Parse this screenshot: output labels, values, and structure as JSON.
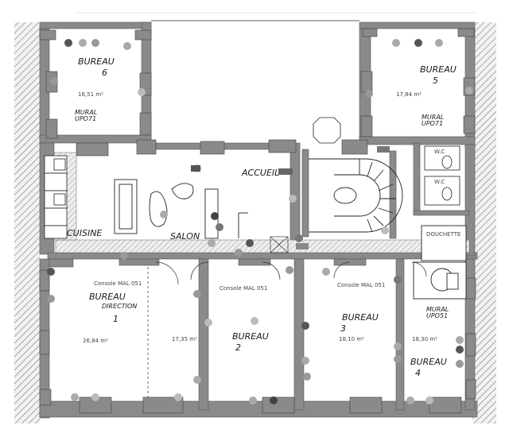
{
  "header": {
    "top_left_tag": "",
    "top_right_tag": "",
    "center_small": ""
  },
  "rooms": {
    "bureau6": {
      "name": "BUREAU",
      "number": "6",
      "area": "16,51 m²",
      "mural": "MURAL\nUPO71"
    },
    "bureau5": {
      "name": "BUREAU",
      "number": "5",
      "area": "17,84 m²",
      "mural": "MURAL\nUPO71"
    },
    "accueil": {
      "name": "ACCUEIL",
      "area": ""
    },
    "salon": {
      "name": "SALON"
    },
    "cuisine": {
      "name": "CUISINE"
    },
    "douchette": {
      "name": "DOUCHETTE"
    },
    "wc1": {
      "name": "W.C"
    },
    "wc2": {
      "name": "W.C"
    },
    "bureau_dir": {
      "name": "BUREAU",
      "sub": "DIRECTION",
      "number": "1",
      "console": "Console MAL 051",
      "area": "26,84 m²"
    },
    "bureau2": {
      "name": "BUREAU",
      "number": "2",
      "console": "Console MAL 051",
      "area": "17,35 m²"
    },
    "bureau3": {
      "name": "BUREAU",
      "number": "3",
      "console": "Console MAL 051",
      "area": "18,10 m²"
    },
    "bureau4": {
      "name": "BUREAU",
      "number": "4",
      "mural": "MURAL\nUPO51",
      "area": "18,30 m²"
    }
  }
}
